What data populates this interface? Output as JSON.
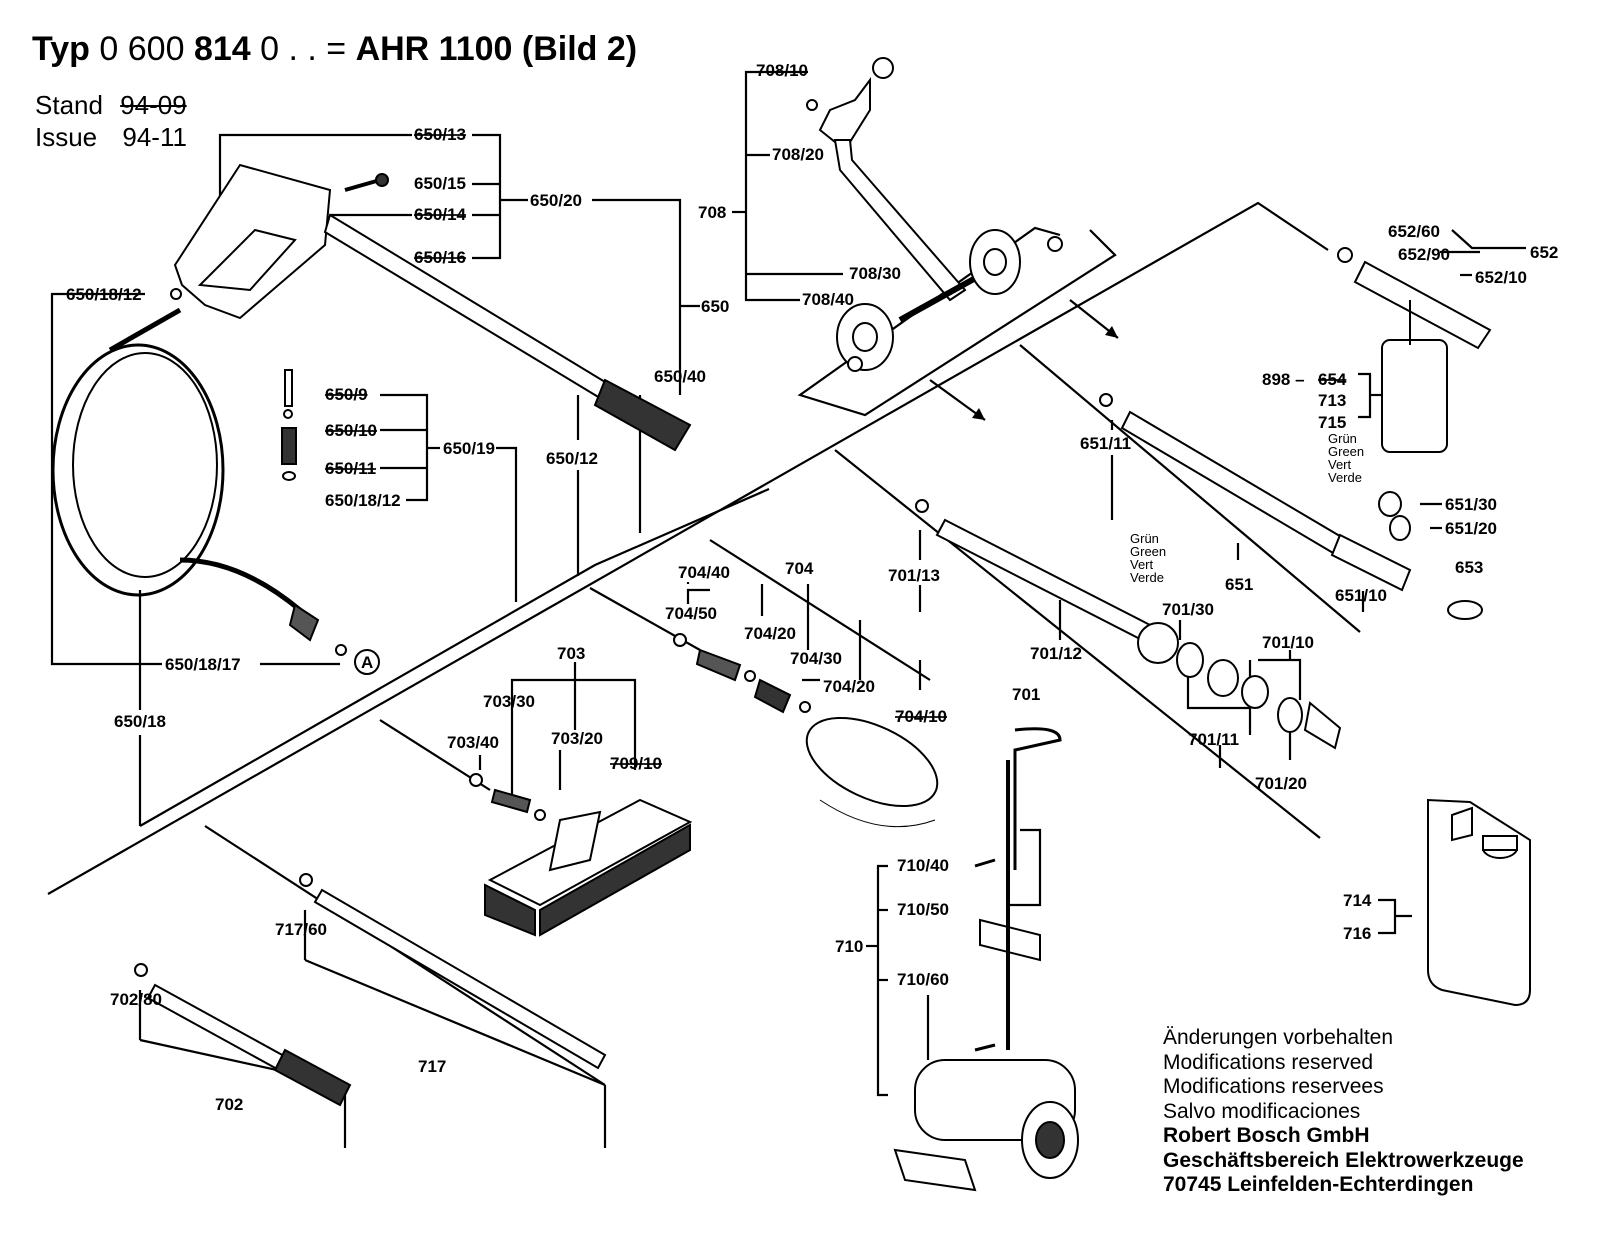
{
  "header": {
    "typ_label": "Typ",
    "type_number_a": "0 600",
    "type_number_b": "814",
    "type_number_c": "0 . . =",
    "model": "AHR 1100 (Bild 2)",
    "stand_label": "Stand",
    "stand_value": "94-09",
    "issue_label": "Issue",
    "issue_value": "94-11"
  },
  "labels": {
    "l650_13": "650/13",
    "l650_15": "650/15",
    "l650_14": "650/14",
    "l650_16": "650/16",
    "l650_20": "650/20",
    "l650": "650",
    "l650_18_12a": "650/18/12",
    "l650_9": "650/9",
    "l650_10": "650/10",
    "l650_11": "650/11",
    "l650_18_12b": "650/18/12",
    "l650_19": "650/19",
    "l650_12": "650/12",
    "l650_40": "650/40",
    "l650_18_17": "650/18/17",
    "circle_a": "A",
    "l650_18": "650/18",
    "l708_10": "708/10",
    "l708_20": "708/20",
    "l708": "708",
    "l708_30": "708/30",
    "l708_40": "708/40",
    "l652_60": "652/60",
    "l652_90": "652/90",
    "l652": "652",
    "l652_10": "652/10",
    "l898": "898 –",
    "l654": "654",
    "l713": "713",
    "l715": "715",
    "l651_11": "651/11",
    "l651_30": "651/30",
    "l651_20": "651/20",
    "l651": "651",
    "l651_10": "651/10",
    "l653": "653",
    "l704_40": "704/40",
    "l704": "704",
    "l704_50": "704/50",
    "l704_20a": "704/20",
    "l704_30": "704/30",
    "l704_20b": "704/20",
    "l704_10": "704/10",
    "l701_13": "701/13",
    "l701_30": "701/30",
    "l701_10": "701/10",
    "l701_12": "701/12",
    "l701": "701",
    "l701_11": "701/11",
    "l701_20": "701/20",
    "l703": "703",
    "l703_30": "703/30",
    "l703_40": "703/40",
    "l703_20": "703/20",
    "l709_10": "709/10",
    "l717_60": "717/60",
    "l717": "717",
    "l702_80": "702/80",
    "l702": "702",
    "l710_40": "710/40",
    "l710_50": "710/50",
    "l710": "710",
    "l710_60": "710/60",
    "l714": "714",
    "l716": "716"
  },
  "color_notes": {
    "left_en": "Grün",
    "left_en2": "Green",
    "left_fr": "Vert",
    "left_es": "Verde",
    "right_de": "Grün",
    "right_en": "Green",
    "right_fr": "Vert",
    "right_es": "Verde"
  },
  "footer": {
    "line1": "Änderungen vorbehalten",
    "line2": "Modifications reserved",
    "line3": "Modifications reservees",
    "line4": "Salvo modificaciones",
    "company": "Robert Bosch GmbH",
    "division": "Geschäftsbereich Elektrowerkzeuge",
    "address": "70745 Leinfelden-Echterdingen"
  }
}
